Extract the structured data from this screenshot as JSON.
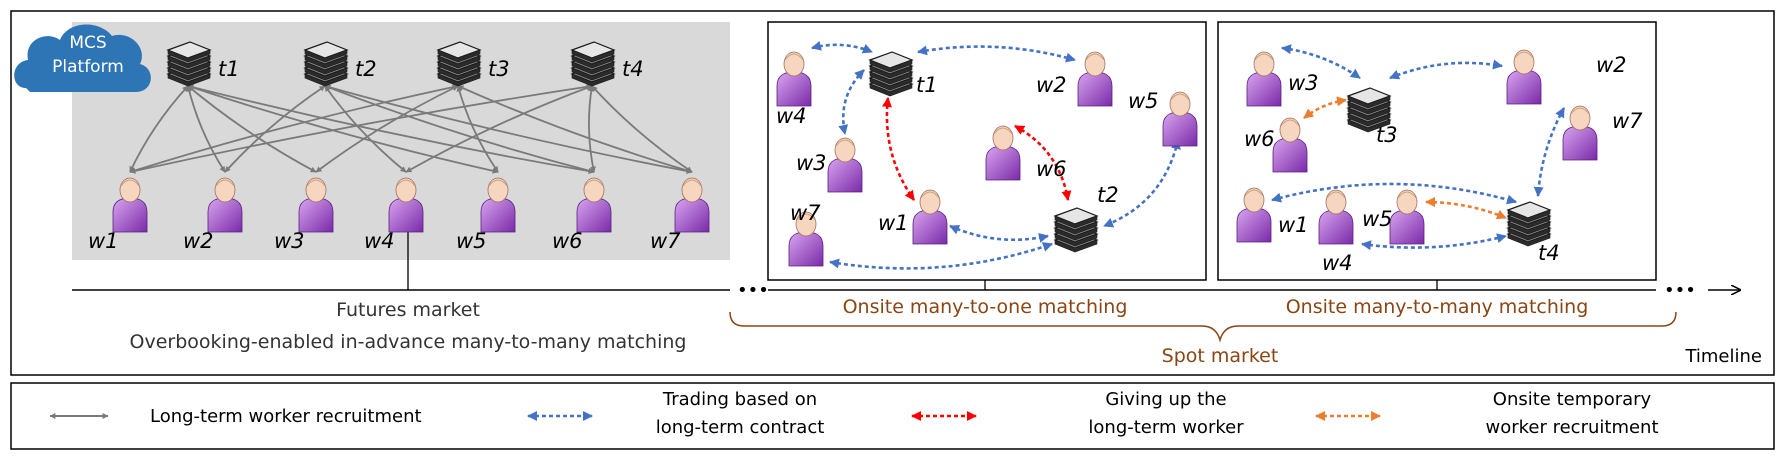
{
  "platform": {
    "line1": "MCS",
    "line2": "Platform"
  },
  "colors": {
    "gray": "#7a7a7a",
    "blue": "#4472c4",
    "red": "#ff0000",
    "orange": "#ed7d31",
    "brown": "#8B4513",
    "cloud": "#2e75b6"
  },
  "futures": {
    "tasks": [
      "t1",
      "t2",
      "t3",
      "t4"
    ],
    "workers": [
      "w1",
      "w2",
      "w3",
      "w4",
      "w5",
      "w6",
      "w7"
    ],
    "caption1": "Futures market",
    "caption2": "Overbooking-enabled in-advance many-to-many matching"
  },
  "panel1": {
    "tasks": [
      "t1",
      "t2"
    ],
    "workers": [
      "w4",
      "w2",
      "w5",
      "w3",
      "w6",
      "w7",
      "w1"
    ],
    "caption": "Onsite many-to-one matching"
  },
  "panel2": {
    "tasks": [
      "t3",
      "t4"
    ],
    "workers": [
      "w3",
      "w2",
      "w6",
      "w7",
      "w1",
      "w5",
      "w4"
    ],
    "caption": "Onsite many-to-many matching"
  },
  "timeline": {
    "label": "Timeline",
    "ellipsis": "•••",
    "spot": "Spot market"
  },
  "legend": {
    "item1": "Long-term worker recruitment",
    "item2a": "Trading based on",
    "item2b": "long-term contract",
    "item3a": "Giving up the",
    "item3b": "long-term worker",
    "item4a": "Onsite temporary",
    "item4b": "worker recruitment"
  }
}
